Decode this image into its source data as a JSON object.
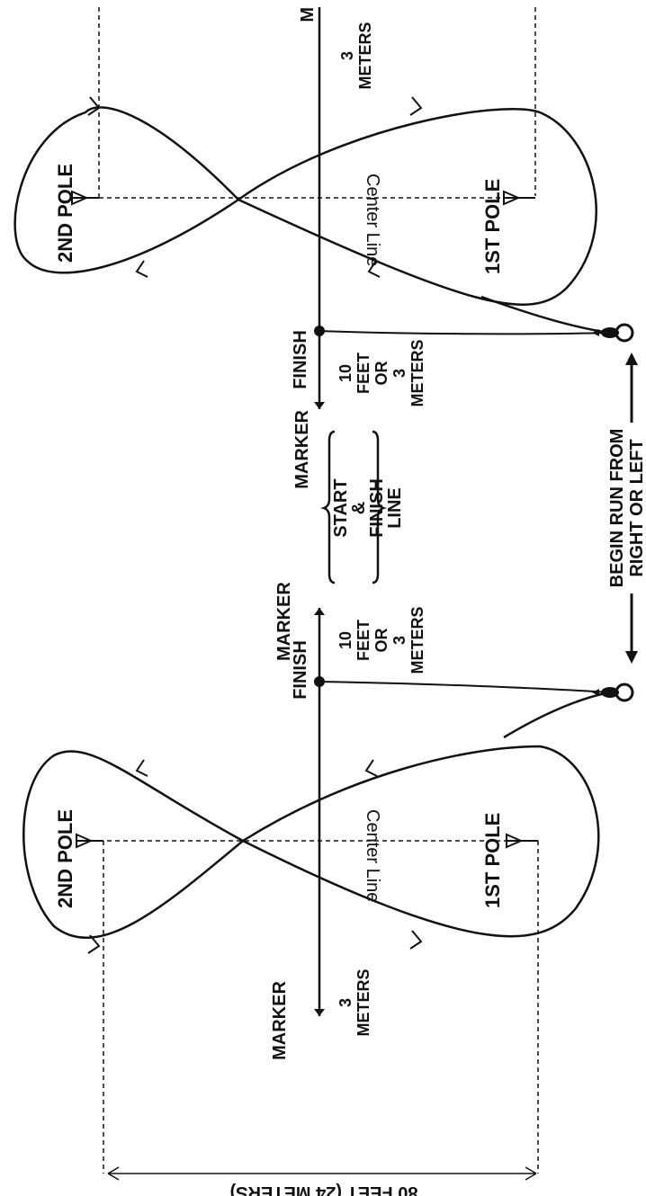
{
  "labels": {
    "second_pole": "2ND POLE",
    "first_pole": "1ST POLE",
    "center_line": "Center Line",
    "marker": "MARKER",
    "finish": "FINISH",
    "three": "3",
    "meters": "METERS",
    "ten": "10",
    "feet": "FEET",
    "or": "OR",
    "start": "START",
    "amp": "&",
    "finish_word": "FINISH",
    "line": "LINE",
    "begin_run": "BEGIN RUN FROM",
    "right_or_left": "RIGHT OR LEFT",
    "dimension": "80 FEET (24 METERS)",
    "clip_m": "M"
  }
}
